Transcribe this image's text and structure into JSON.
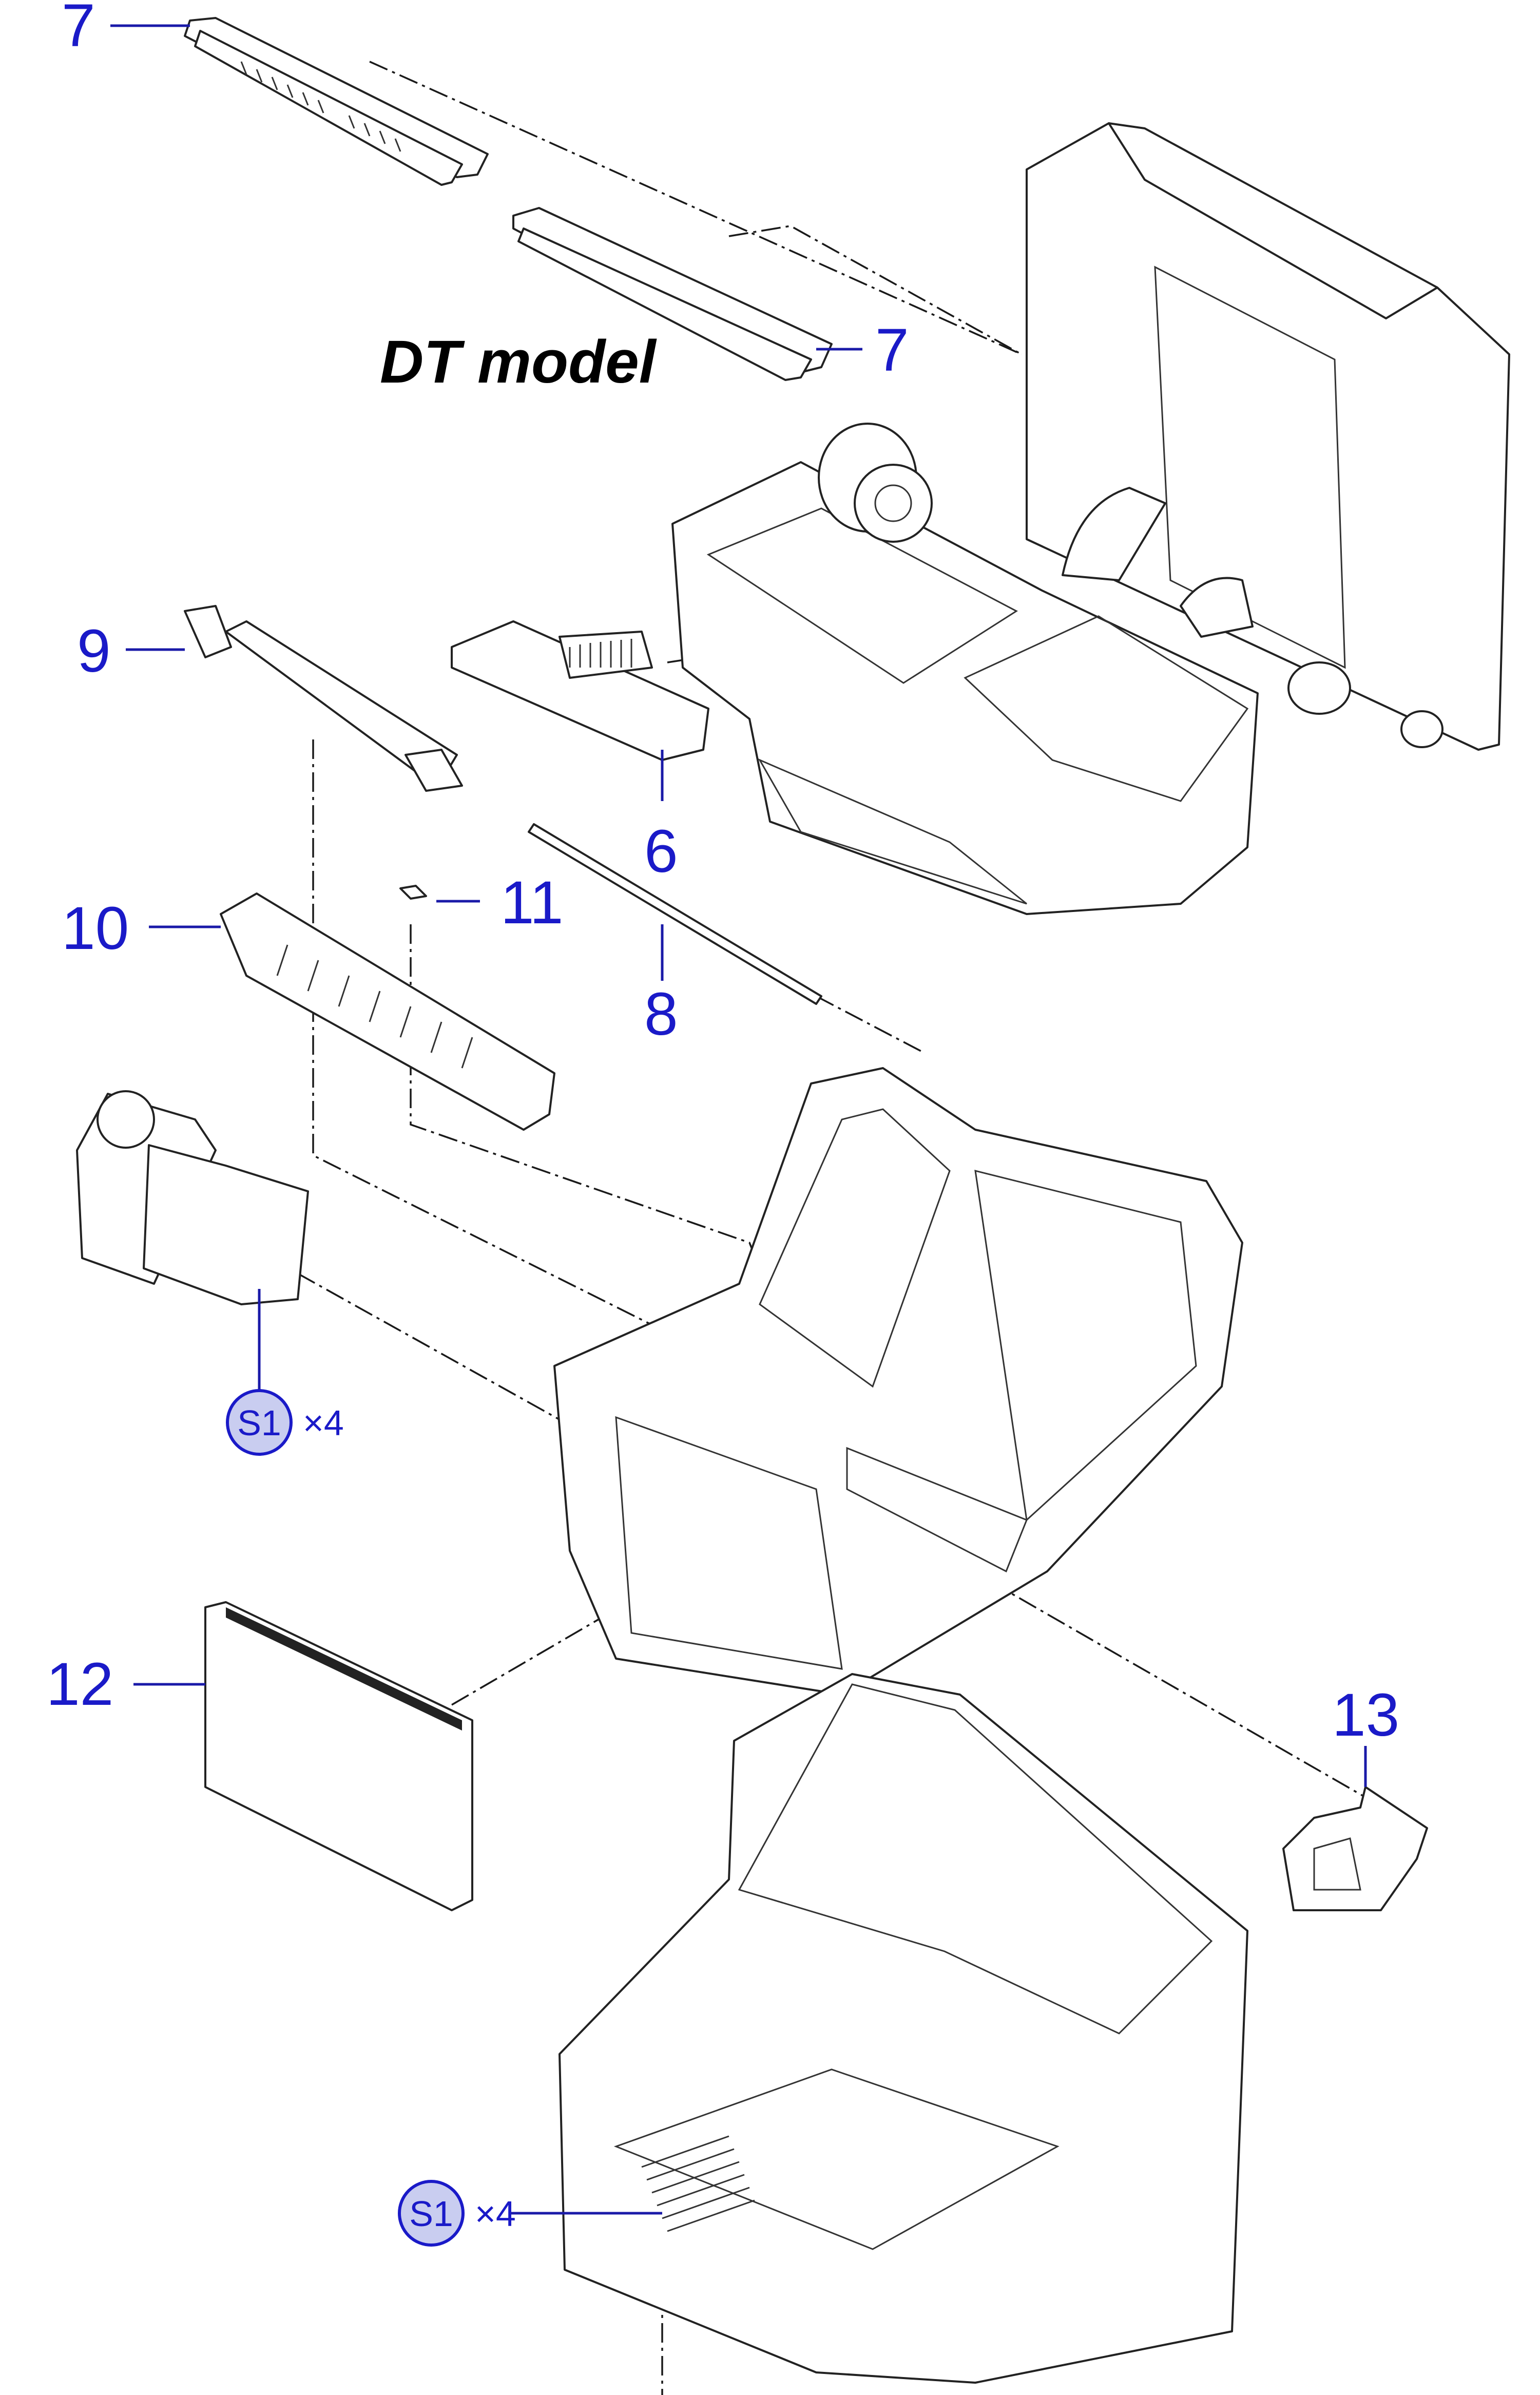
{
  "title": "DT model",
  "callouts": [
    {
      "id": "c7a",
      "label": "7"
    },
    {
      "id": "c7b",
      "label": "7"
    },
    {
      "id": "c9",
      "label": "9"
    },
    {
      "id": "c6",
      "label": "6"
    },
    {
      "id": "c11",
      "label": "11"
    },
    {
      "id": "c10",
      "label": "10"
    },
    {
      "id": "c8",
      "label": "8"
    },
    {
      "id": "c12",
      "label": "12"
    },
    {
      "id": "c13",
      "label": "13"
    }
  ],
  "screws": [
    {
      "id": "s1a",
      "label": "S1",
      "qty": "×4"
    },
    {
      "id": "s1b",
      "label": "S1",
      "qty": "×4"
    }
  ]
}
